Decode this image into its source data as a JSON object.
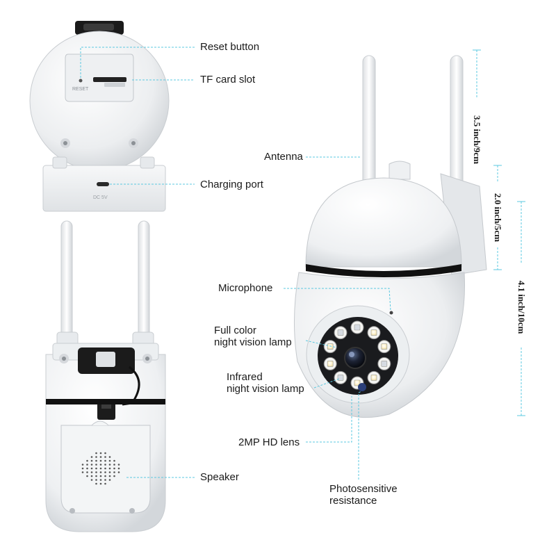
{
  "annotations": {
    "reset_button": "Reset button",
    "tf_card_slot": "TF card slot",
    "charging_port": "Charging port",
    "antenna": "Antenna",
    "microphone": "Microphone",
    "full_color_line1": "Full color",
    "full_color_line2": "night vision lamp",
    "infrared_line1": "Infrared",
    "infrared_line2": "night vision lamp",
    "lens": "2MP HD lens",
    "speaker": "Speaker",
    "photosensitive_line1": "Photosensitive",
    "photosensitive_line2": "resistance"
  },
  "dimensions": {
    "antenna_height": "3.5 inch/9cm",
    "dome_height": "2.0 inch/5cm",
    "body_height": "4.1 inch/10cm"
  },
  "device_markings": {
    "reset": "RESET",
    "dc": "DC 5V"
  },
  "colors": {
    "leader_line": "#5bc8e0",
    "body_white": "#f2f3f4",
    "black_band": "#111111",
    "lamp_warm": "#fff6d8"
  }
}
